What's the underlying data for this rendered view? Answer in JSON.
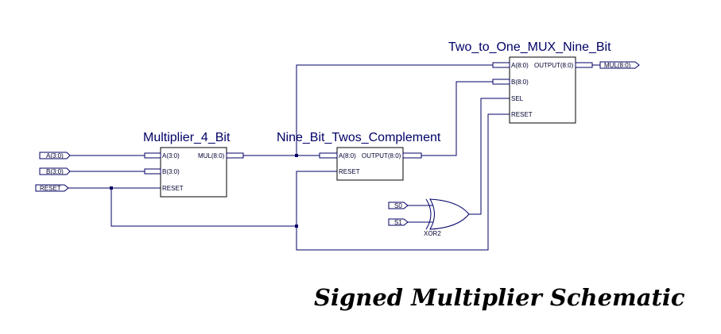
{
  "caption": "Signed Multiplier Schematic",
  "blocks": {
    "multiplier": {
      "title": "Multiplier_4_Bit",
      "pins": {
        "a": "A(3:0)",
        "b": "B(3:0)",
        "reset": "RESET",
        "mul": "MUL(8:0)"
      }
    },
    "twos": {
      "title": "Nine_Bit_Twos_Complement",
      "pins": {
        "a": "A(8:0)",
        "reset": "RESET",
        "output": "OUTPUT(8:0)"
      }
    },
    "mux": {
      "title": "Two_to_One_MUX_Nine_Bit",
      "pins": {
        "a": "A(8:0)",
        "b": "B(8:0)",
        "sel": "SEL",
        "reset": "RESET",
        "output": "OUTPUT(8:0)"
      }
    }
  },
  "ports": {
    "a_in": "A(3:0)",
    "b_in": "B(3:0)",
    "reset_in": "RESET",
    "s0": "S0",
    "s1": "S1",
    "mul_out": "MUL(8:0)"
  },
  "gate": {
    "label": "XOR2"
  }
}
